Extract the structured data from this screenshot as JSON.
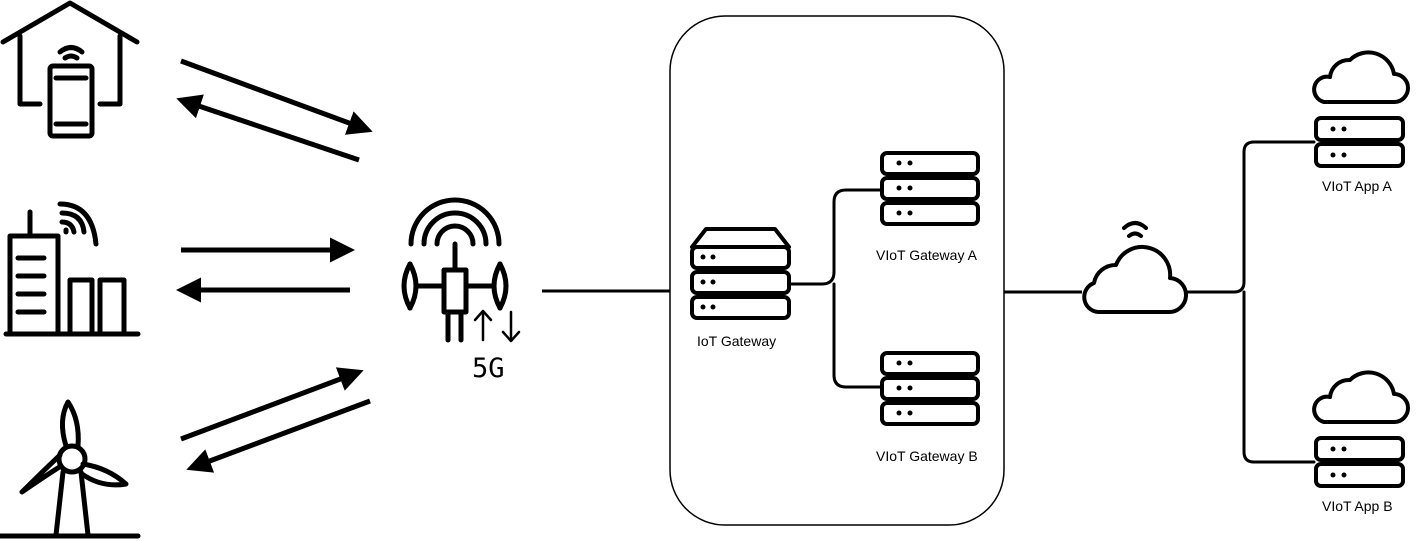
{
  "labels": {
    "iot_gateway": "IoT Gateway",
    "gateway_a": "VIoT Gateway A",
    "gateway_b": "VIoT Gateway B",
    "app_a": "VIoT App A",
    "app_b": "VIoT App B",
    "tower": "5G"
  },
  "colors": {
    "stroke": "#000000",
    "background": "#ffffff"
  },
  "icons": [
    "smart-home-icon",
    "smart-city-icon",
    "wind-turbine-icon",
    "5g-tower-icon",
    "server-icon",
    "cloud-wifi-icon",
    "cloud-server-icon"
  ]
}
